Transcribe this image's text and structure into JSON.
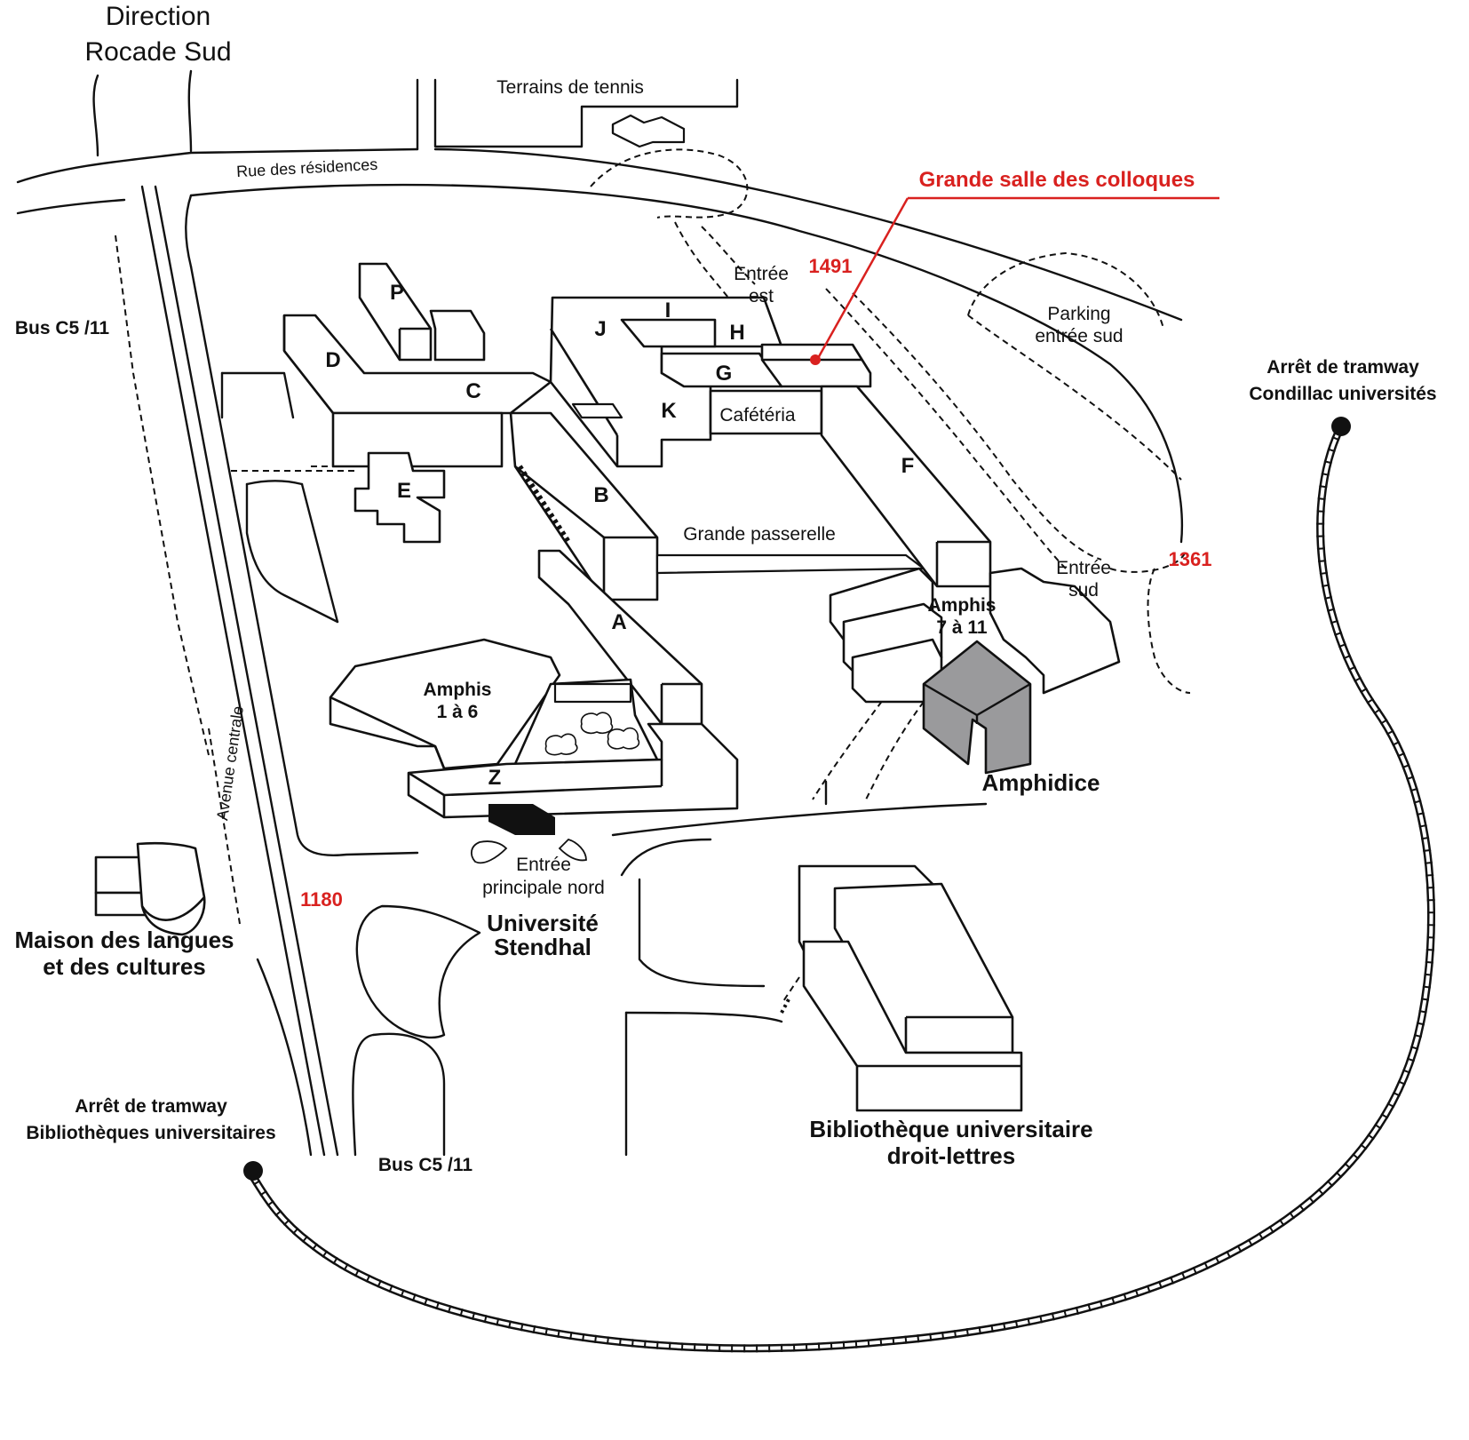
{
  "colors": {
    "ink": "#111111",
    "highlight_red": "#d9211f",
    "amphidice_fill": "#9a9a9c",
    "entrance_fill": "#111111"
  },
  "labels": {
    "direction_line1": "Direction",
    "direction_line2": "Rocade Sud",
    "terrains_tennis": "Terrains de tennis",
    "rue_residences": "Rue des résidences",
    "grande_salle": "Grande salle des colloques",
    "code_1491": "1491",
    "entree_est_1": "Entrée",
    "entree_est_2": "est",
    "parking_1": "Parking",
    "parking_2": "entrée sud",
    "bus_top": "Bus C5 /11",
    "tram_condillac_1": "Arrêt de tramway",
    "tram_condillac_2": "Condillac universités",
    "building_P": "P",
    "building_D": "D",
    "building_C": "C",
    "building_J": "J",
    "building_I": "I",
    "building_H": "H",
    "building_G": "G",
    "building_K": "K",
    "cafeteria": "Cafétéria",
    "building_F": "F",
    "building_E": "E",
    "building_B": "B",
    "grande_passerelle": "Grande passerelle",
    "code_1361": "1361",
    "entree_sud_1": "Entrée",
    "entree_sud_2": "sud",
    "amphis_711_1": "Amphis",
    "amphis_711_2": "7 à 11",
    "building_A": "A",
    "amphis_16_1": "Amphis",
    "amphis_16_2": "1 à 6",
    "building_Z": "Z",
    "amphidice": "Amphidice",
    "avenue_centrale": "Avenue centrale",
    "entree_nord_1": "Entrée",
    "entree_nord_2": "principale nord",
    "code_1180": "1180",
    "universite_1": "Université",
    "universite_2": "Stendhal",
    "maison_1": "Maison des langues",
    "maison_2": "et des cultures",
    "tram_biblio_1": "Arrêt de tramway",
    "tram_biblio_2": "Bibliothèques universitaires",
    "bus_bottom": "Bus C5 /11",
    "bibliotheque_1": "Bibliothèque universitaire",
    "bibliotheque_2": "droit-lettres"
  }
}
